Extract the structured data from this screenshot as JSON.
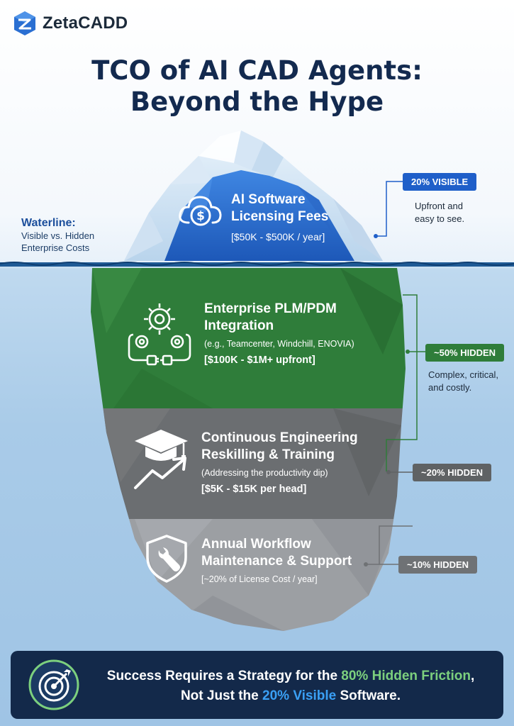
{
  "brand": {
    "name_part1": "Zeta",
    "name_part2": "CADD"
  },
  "title": {
    "line1": "TCO of AI CAD Agents:",
    "line2": "Beyond the Hype"
  },
  "waterline": {
    "heading": "Waterline:",
    "line1": "Visible vs. Hidden",
    "line2": "Enterprise Costs"
  },
  "tiers": [
    {
      "title_line1": "AI Software",
      "title_line2": "Licensing Fees",
      "price": "[$50K - $500K / year]",
      "icon": "cloud-dollar-icon",
      "color": "#2a6fd2"
    },
    {
      "title_line1": "Enterprise PLM/PDM",
      "title_line2": "Integration",
      "subtitle": "(e.g., Teamcenter, Windchill, ENOVIA)",
      "price": "[$100K - $1M+ upfront]",
      "icon": "gears-plug-icon",
      "color": "#2f7d3a"
    },
    {
      "title_line1": "Continuous Engineering",
      "title_line2": "Reskilling & Training",
      "subtitle": "(Addressing the productivity dip)",
      "price": "[$5K - $15K per head]",
      "icon": "graduation-cap-growth-icon",
      "color": "#6b6e71"
    },
    {
      "title_line1": "Annual Workflow",
      "title_line2": "Maintenance & Support",
      "subtitle": "[~20% of License Cost / year]",
      "icon": "shield-wrench-icon",
      "color": "#9c9fa3"
    }
  ],
  "badges": [
    {
      "label": "20% VISIBLE",
      "note_line1": "Upfront and",
      "note_line2": "easy to see.",
      "color": "#1f5fc9"
    },
    {
      "label": "~50% HIDDEN",
      "note_line1": "Complex, critical,",
      "note_line2": "and costly.",
      "color": "#2f7d3a"
    },
    {
      "label": "~20% HIDDEN",
      "color": "#5f6264"
    },
    {
      "label": "~10% HIDDEN",
      "color": "#6f7275"
    }
  ],
  "footer": {
    "line1_a": "Success Requires a Strategy for the ",
    "line1_b": "80% Hidden Friction",
    "line1_c": ",",
    "line2_a": "Not Just the ",
    "line2_b": "20% Visible",
    "line2_c": " Software.",
    "icon": "target-arrow-icon"
  }
}
